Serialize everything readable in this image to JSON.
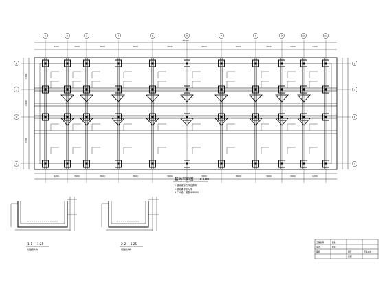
{
  "plan": {
    "title": "基础平面图",
    "scale": "1:100",
    "notes": [
      "1.基础底标高详见说明",
      "2.基础梁详见大样",
      "3.C30砼，钢筋HRB400"
    ],
    "grid_top": [
      "1",
      "2",
      "3",
      "4",
      "5",
      "6",
      "7",
      "8",
      "9",
      "10",
      "11"
    ],
    "grid_left": [
      "A",
      "B",
      "C",
      "D"
    ],
    "dim_top": [
      "4200",
      "3600",
      "3600",
      "3600",
      "3600",
      "3600",
      "3600",
      "3600",
      "3600",
      "4200"
    ],
    "dim_bottom": [
      "4200",
      "3600",
      "3600",
      "3600",
      "3600",
      "3600",
      "3600",
      "3600",
      "3600",
      "4200"
    ],
    "dim_left": [
      "5700",
      "2400",
      "5700"
    ],
    "dim_total": "37200"
  },
  "sections": [
    {
      "title": "1-1",
      "scale": "1:25",
      "note": "基础梁大样"
    },
    {
      "title": "2-2",
      "scale": "1:25",
      "note": "基础梁大样"
    }
  ],
  "title_block": {
    "cells": [
      "工程名称",
      "图名",
      "设计",
      "校对",
      "审核",
      "图号",
      "结施-03",
      "日期"
    ]
  }
}
